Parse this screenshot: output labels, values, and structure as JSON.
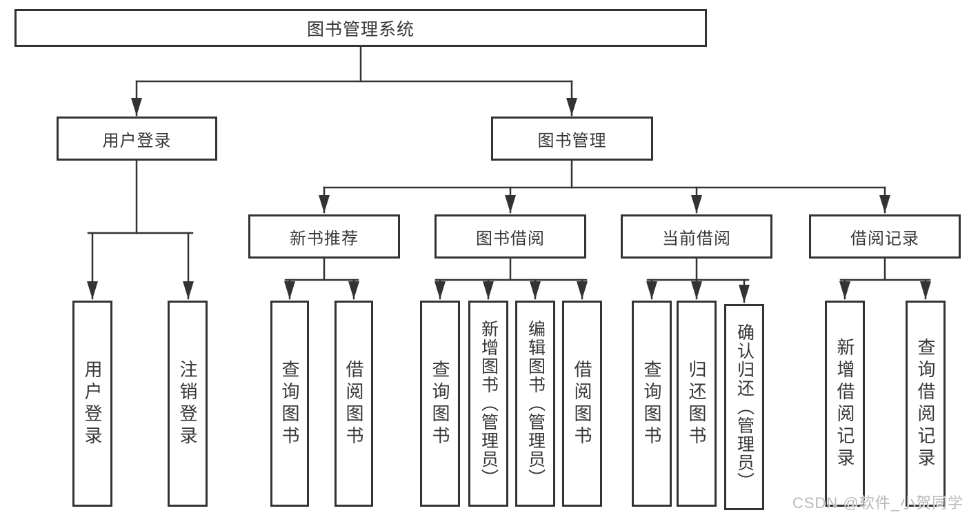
{
  "title": {
    "label": "图书管理系统"
  },
  "level2": [
    {
      "label": "用户登录",
      "children": [
        "用户登录",
        "注销登录"
      ]
    },
    {
      "label": "图书管理",
      "children": [
        {
          "label": "新书推荐",
          "children": [
            "查询图书",
            "借阅图书"
          ]
        },
        {
          "label": "图书借阅",
          "children": [
            "查询图书",
            "新增图书（管理员）",
            "编辑图书（管理员）",
            "借阅图书"
          ]
        },
        {
          "label": "当前借阅",
          "children": [
            "查询图书",
            "归还图书",
            "确认归还（管理员）"
          ]
        },
        {
          "label": "借阅记录",
          "children": [
            "新增借阅记录",
            "查询借阅记录"
          ]
        }
      ]
    }
  ],
  "watermark": {
    "label": "CSDN @软件_小贺同学"
  },
  "colors": {
    "line": "#333333",
    "box_border": "#333333",
    "text": "#373737",
    "watermark": "#b9b9b9",
    "background": "#ffffff"
  }
}
